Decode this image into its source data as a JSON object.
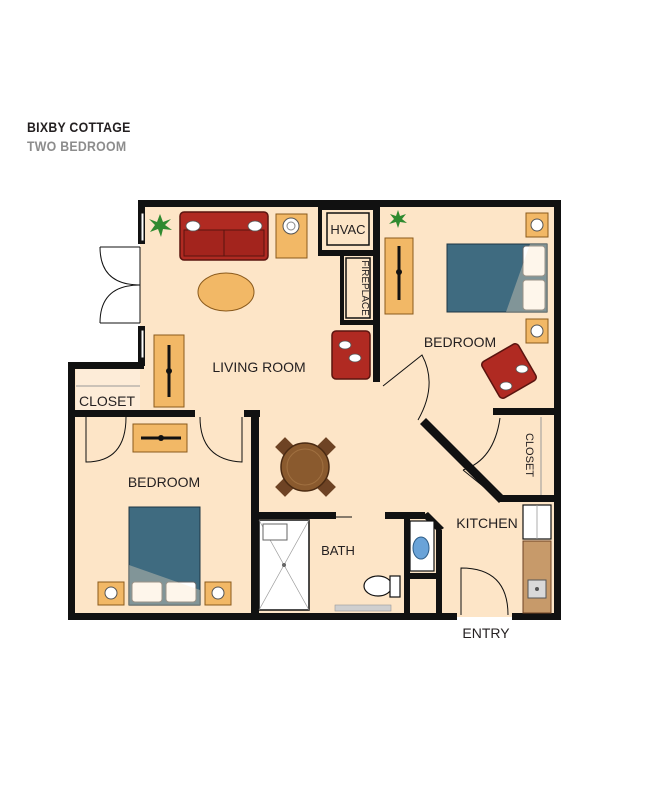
{
  "header": {
    "title": "BIXBY COTTAGE",
    "subtitle": "TWO BEDROOM"
  },
  "rooms": {
    "living_room": "LIVING ROOM",
    "bedroom_main": "BEDROOM",
    "bedroom_left": "BEDROOM",
    "closet_left": "CLOSET",
    "closet_right": "CLOSET",
    "kitchen": "KITCHEN",
    "bath": "BATH",
    "entry": "ENTRY",
    "hvac": "HVAC",
    "fireplace": "FIREPLACE"
  },
  "colors": {
    "floor": "#fde5c7",
    "wall": "#111111",
    "sofa": "#b02a22",
    "bedspread": "#3f6b80",
    "wood": "#f2b866",
    "table": "#6e4324",
    "plant": "#2f8a2f",
    "counter": "#c79a6a"
  }
}
